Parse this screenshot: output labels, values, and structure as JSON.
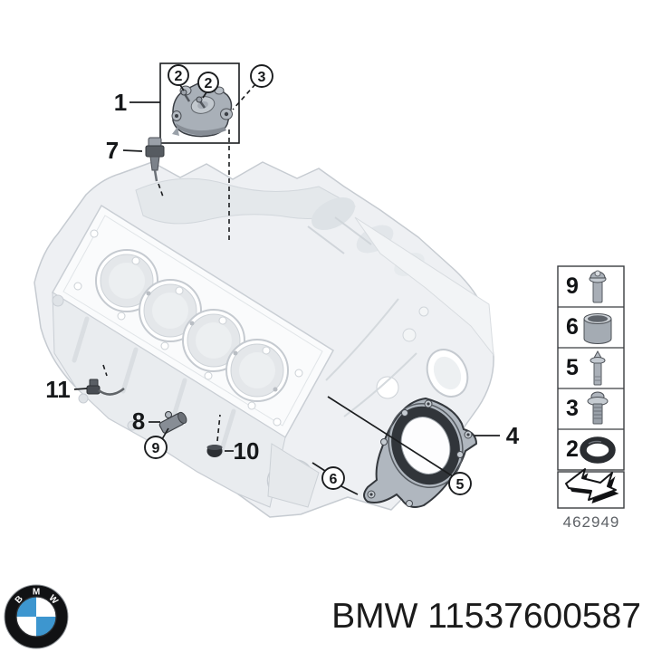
{
  "image": {
    "type": "parts-exploded-diagram",
    "subject": "BMW engine block with sensors, plugs and rear crankshaft seal"
  },
  "diagram": {
    "callouts": {
      "c1": "1",
      "c2a": "2",
      "c2b": "2",
      "c3": "3",
      "c4": "4",
      "c5": "5",
      "c6": "6",
      "c7": "7",
      "c8": "8",
      "c9": "9",
      "c10": "10",
      "c11": "11"
    },
    "drawing_number": "462949"
  },
  "legend": {
    "items": [
      {
        "number": "9",
        "icon": "torx-bolt-icon"
      },
      {
        "number": "6",
        "icon": "dowel-sleeve-icon"
      },
      {
        "number": "5",
        "icon": "stud-bolt-icon"
      },
      {
        "number": "3",
        "icon": "flange-screw-icon"
      },
      {
        "number": "2",
        "icon": "o-ring-icon"
      }
    ],
    "direction_icon": "direction-arrow-icon"
  },
  "footer": {
    "logo_letters": [
      "B",
      "M",
      "W"
    ],
    "caption": "BMW 11537600587"
  },
  "colors": {
    "background": "#ffffff",
    "line_black": "#1b1d1f",
    "block_fill": "#eef0f3",
    "block_line": "#c6cbd1",
    "part_gray": "#a9b0b8",
    "seal_dark": "#31353a",
    "bmw_blue": "#3d96cf",
    "drawing_number_gray": "#5d6166"
  }
}
